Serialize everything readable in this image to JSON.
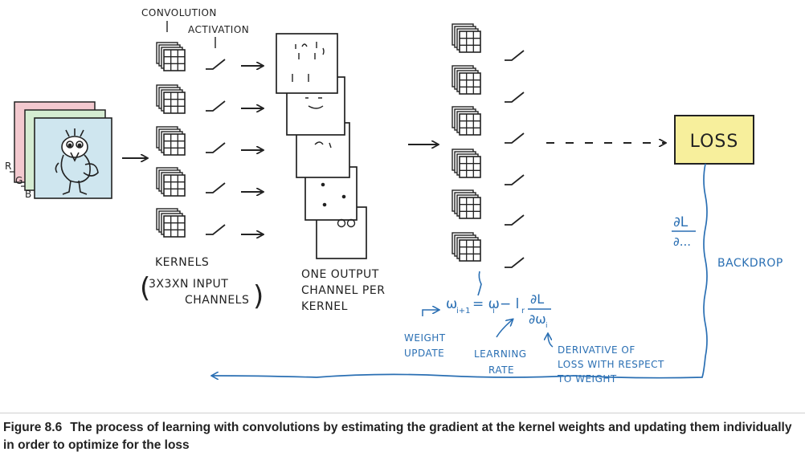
{
  "labels": {
    "convolution": "CONVOLUTION",
    "activation": "ACTIVATION",
    "channel_r": "R",
    "channel_g": "G",
    "channel_b": "B",
    "kernels": "KERNELS",
    "kernels_sub_1": "3X3XN INPUT",
    "kernels_sub_2": "CHANNELS",
    "output_1": "ONE OUTPUT",
    "output_2": "CHANNEL PER",
    "output_3": "KERNEL",
    "loss": "LOSS",
    "backdrop": "BACKDROP",
    "weight_1": "WEIGHT",
    "weight_2": "UPDATE",
    "lr_1": "LEARNING",
    "lr_2": "RATE",
    "deriv_1": "DERIVATIVE OF",
    "deriv_2": "LOSS WITH RESPECT",
    "deriv_3": "TO WEIGHT"
  },
  "formula": {
    "lhs": "ω",
    "lhs_sub": "i+1",
    "eq": "= ω",
    "eq_sub": "i",
    "minus": "− l",
    "lr_sub": "r",
    "num": "∂L",
    "den": "∂ω",
    "den_sub": "i",
    "grad_num": "∂L",
    "grad_den": "∂..."
  },
  "caption": {
    "number": "Figure 8.6",
    "text": "The process of learning with convolutions by estimating the gradient at the kernel weights and updating them individually in order to optimize for the loss"
  },
  "colors": {
    "ink": "#222222",
    "blue": "#2a6fb3",
    "loss_fill": "#f7ef9c",
    "image_fill": "#cfe6ef",
    "r_layer": "#f3c9cf",
    "g_layer": "#d5ecd2"
  }
}
